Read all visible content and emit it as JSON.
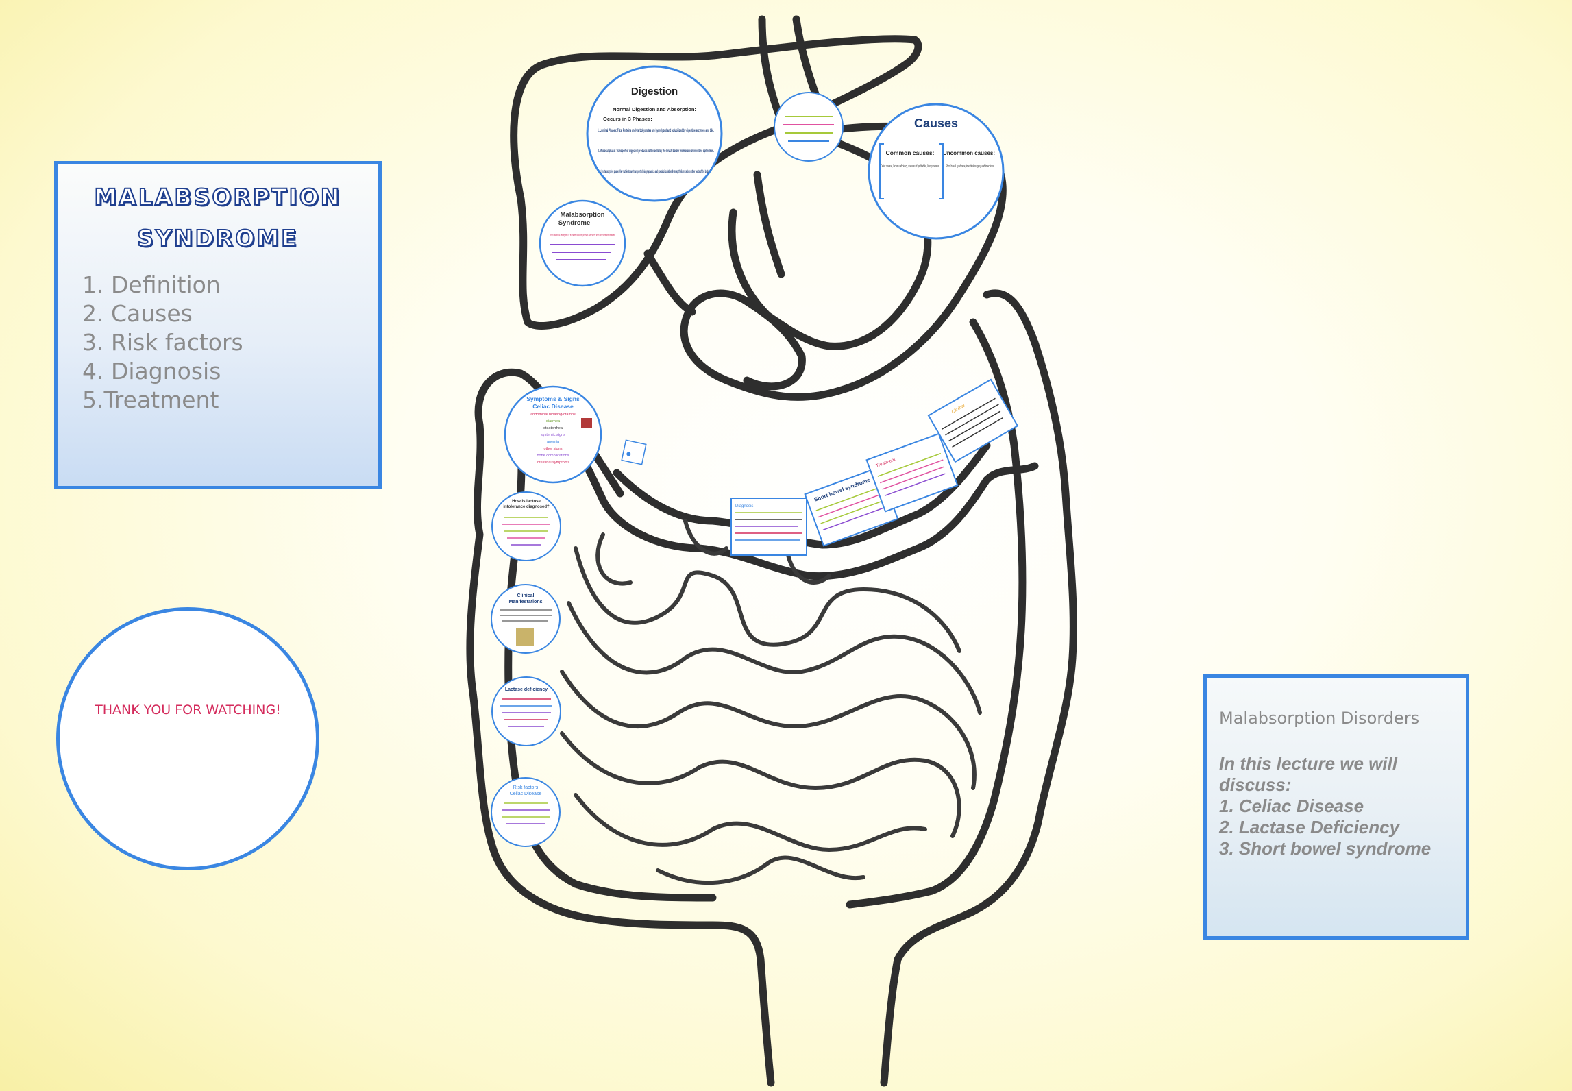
{
  "title_box": {
    "title_line1": "MALABSORPTION",
    "title_line2": "SYNDROME",
    "items": [
      "1. Definition",
      "2. Causes",
      "3. Risk factors",
      "4. Diagnosis",
      "5.Treatment"
    ]
  },
  "thanks": {
    "text": "THANK YOU FOR WATCHING!"
  },
  "intro": {
    "heading": "Malabsorption Disorders",
    "lines": [
      "In this lecture we will discuss:",
      "1. Celiac Disease",
      "2. Lactase Deficiency",
      "3. Short bowel syndrome"
    ]
  },
  "diagram": {
    "digestion": {
      "title": "Digestion",
      "subtitle": "Normal Digestion and Absorption:",
      "phases_intro": "Occurs in 3 Phases:",
      "p1": "1. Luminal Phases: Fats, Proteins and Carbohydrates are hydrolyzed and solubilized by digestive enzymes and bile.",
      "p2": "2. Mucosal phase: Transport of digested products to the cells by the brush border membrane of intestine epithelium.",
      "p3": "3. Postabsorptive phase: Key nutrients are transported via lymphatics and portal circulation from epithelium cells to other parts of the body."
    },
    "malabsorption": {
      "title1": "Malabsorption",
      "title2": "Syndrome",
      "text": "Poor intestinal absorption of nutrients resulting in their deficiency and clinical manifestations."
    },
    "causes": {
      "title": "Causes",
      "common_title": "Common causes:",
      "common_text": "Celiac disease, lactase deficiency, diseases of gallbladder, liver, pancreas",
      "uncommon_title": "Uncommon causes:",
      "uncommon_text": "Short bowel syndrome, intestinal surgery and infections"
    },
    "celiac": {
      "title1": "Symptoms & Signs",
      "title2": "Celiac Disease",
      "items": [
        "abdominal bloating/cramps",
        "diarrhea",
        "steatorrhea",
        "systemic signs",
        "anemia",
        "other signs",
        "bone complications",
        "intestinal symptoms"
      ]
    },
    "tolerance": {
      "title1": "How is lactose",
      "title2": "intolerance diagnosed?"
    },
    "clinical": {
      "title1": "Clinical",
      "title2": "Manifestations"
    },
    "lactase": {
      "title": "Lactase deficiency"
    },
    "risk": {
      "title1": "Risk factors",
      "title2": "Celiac Disease"
    },
    "short_bowel": {
      "title": "Short bowel syndrome"
    },
    "card_heads": [
      "Diagnosis",
      "Treatment",
      "Clinical"
    ]
  }
}
